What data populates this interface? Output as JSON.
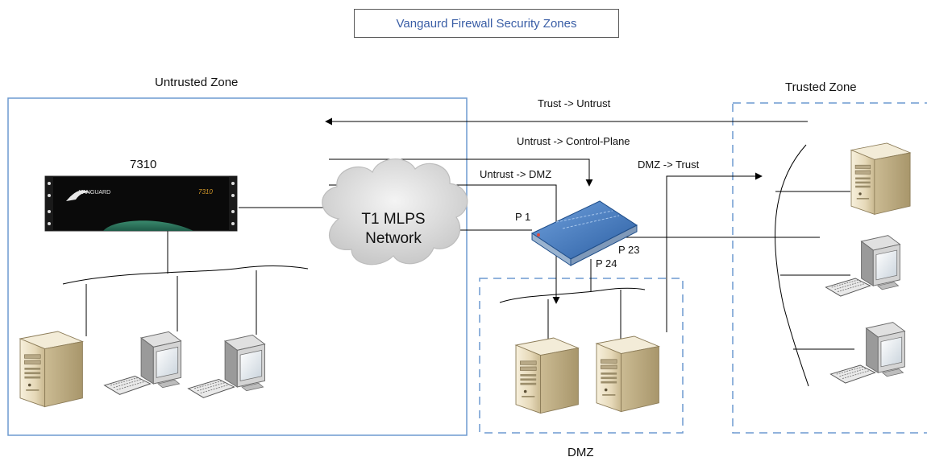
{
  "title": "Vangaurd Firewall Security Zones",
  "zones": {
    "untrusted": "Untrusted Zone",
    "trusted": "Trusted Zone",
    "dmz": "DMZ"
  },
  "router": {
    "model": "7310",
    "brand": "VANGUARD",
    "panel_text": "7310"
  },
  "cloud": {
    "line1": "T1 MLPS",
    "line2": "Network"
  },
  "flows": {
    "trust_untrust": "Trust -> Untrust",
    "untrust_control": "Untrust -> Control-Plane",
    "untrust_dmz": "Untrust -> DMZ",
    "dmz_trust": "DMZ -> Trust"
  },
  "ports": {
    "p1": "P 1",
    "p23": "P 23",
    "p24": "P 24"
  },
  "colors": {
    "zone_border": "#6d9ad0",
    "title_text": "#3a5ea6",
    "device_blue": "#3f7cc4",
    "server_beige": "#e8dcc0"
  },
  "icons": [
    "server-icon",
    "workstation-icon",
    "router-icon",
    "firewall-device-icon",
    "cloud-icon"
  ]
}
